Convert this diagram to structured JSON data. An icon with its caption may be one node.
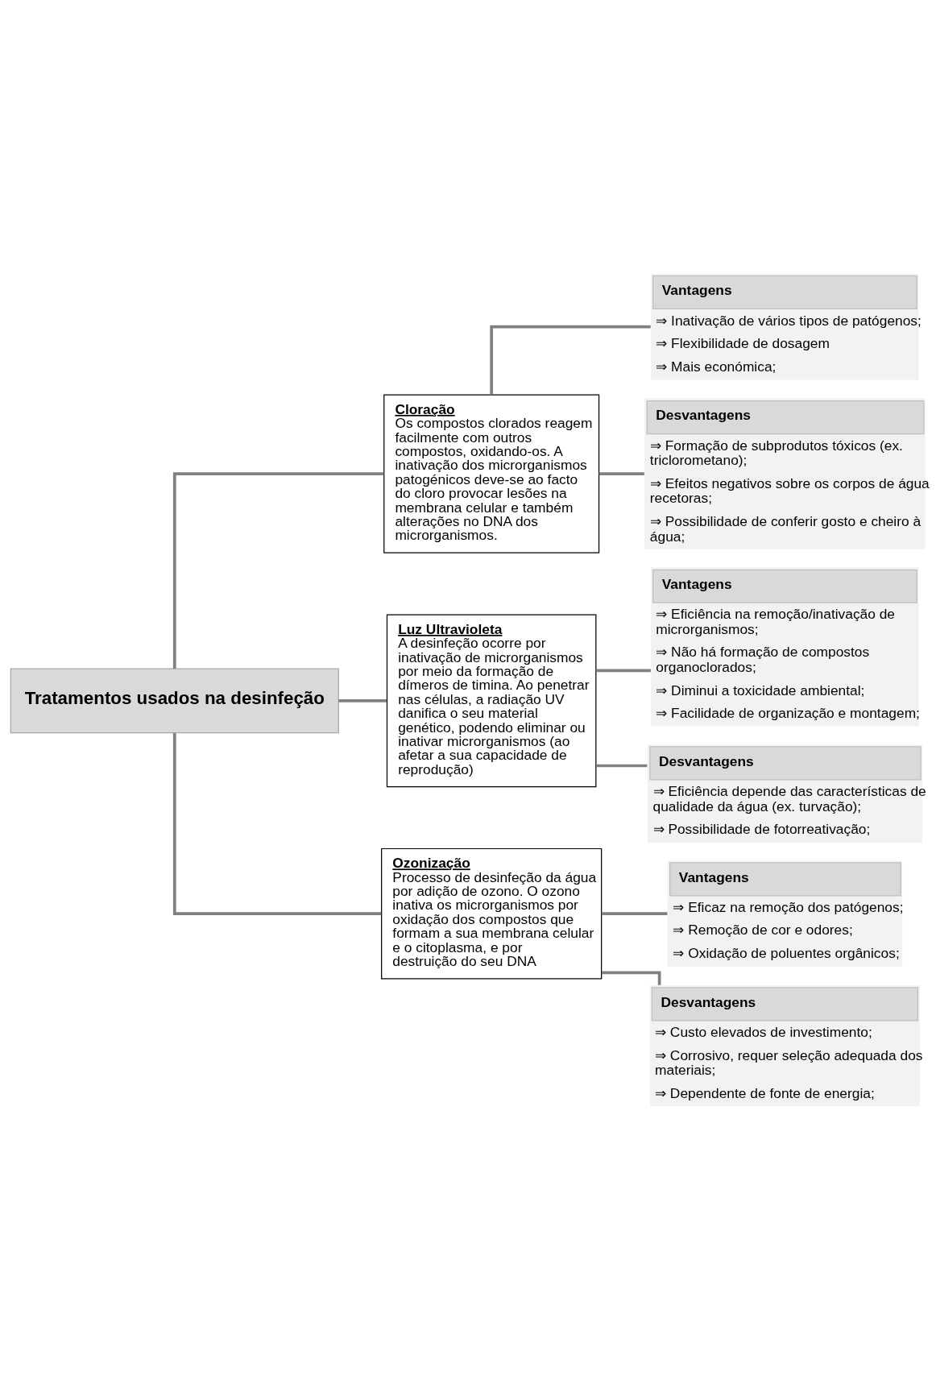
{
  "diagram": {
    "nodes": [
      {
        "text": [
          "Tratamentos usados na desinfeção"
        ]
      },
      {
        "text": [
          "Cloração",
          "Os compostos clorados reagem facilmente com outros compostos, oxidando-os. A inativação dos microrganismos patogénicos deve-se ao facto do cloro provocar lesões na membrana celular e também alterações no DNA dos microrganismos."
        ]
      },
      {
        "text": [
          "Vantagens",
          "⇒ Inativação de vários tipos de patógenos;",
          "⇒ Flexibilidade de dosagem",
          "⇒ Mais económica;"
        ]
      },
      {
        "text": [
          "Desvantagens",
          "⇒ Formação de subprodutos tóxicos (ex. triclorometano);",
          "⇒ Efeitos negativos sobre os corpos de água recetoras;",
          "⇒ Possibilidade de conferir gosto e cheiro à água;"
        ]
      },
      {
        "text": [
          "Luz Ultravioleta",
          "A desinfeção ocorre por inativação de microrganismos por meio da formação de dímeros de timina. Ao penetrar nas células, a radiação UV danifica o seu material genético, podendo eliminar ou inativar microrganismos (ao afetar a sua capacidade de reprodução)"
        ]
      },
      {
        "text": [
          "Vantagens",
          "⇒ Eficiência na remoção/inativação de microrganismos;",
          "⇒ Não há formação de compostos organoclorados;",
          "⇒ Diminui a toxicidade ambiental;",
          "⇒ Facilidade de organização e montagem;"
        ]
      },
      {
        "text": [
          "Desvantagens",
          "⇒ Eficiência depende das características de qualidade da água (ex. turvação);",
          "⇒ Possibilidade de fotorreativação;"
        ]
      },
      {
        "text": [
          "Ozonização",
          "Processo de desinfeção da água por adição de ozono. O ozono inativa os microrganismos por oxidação dos compostos que formam a sua membrana celular e o citoplasma, e por destruição do seu DNA"
        ]
      },
      {
        "text": [
          "Vantagens",
          "⇒ Eficaz na remoção dos patógenos;",
          "⇒ Remoção de cor e odores;",
          "⇒ Oxidação de poluentes orgânicos;"
        ]
      },
      {
        "text": [
          "Desvantagens",
          "⇒ Custo elevados de investimento;",
          "⇒ Corrosivo, requer seleção adequada dos materiais;",
          "⇒ Dependente de fonte de energia;"
        ]
      }
    ],
    "edges": [
      {
        "from": 0,
        "to": 1,
        "arrow": "none"
      },
      {
        "from": 0,
        "to": 4,
        "arrow": "none"
      },
      {
        "from": 0,
        "to": 7,
        "arrow": "none"
      },
      {
        "from": 1,
        "to": 2,
        "arrow": "none"
      },
      {
        "from": 1,
        "to": 3,
        "arrow": "none"
      },
      {
        "from": 4,
        "to": 5,
        "arrow": "none"
      },
      {
        "from": 4,
        "to": 6,
        "arrow": "none"
      },
      {
        "from": 7,
        "to": 8,
        "arrow": "none"
      },
      {
        "from": 7,
        "to": 9,
        "arrow": "none"
      }
    ]
  }
}
